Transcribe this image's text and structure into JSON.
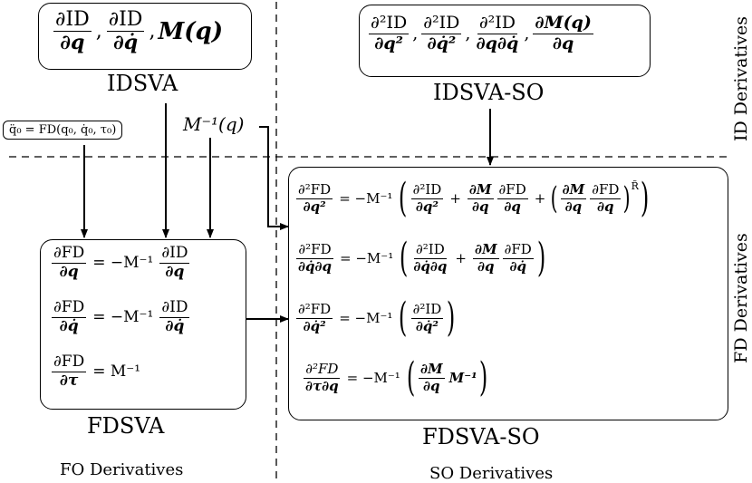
{
  "boxes": {
    "idsva": {
      "label": "IDSVA",
      "t1_num": "∂ID",
      "t1_den": "∂q",
      "t2_num": "∂ID",
      "t2_den": "∂q̇",
      "t3": "M(q)"
    },
    "idsva_so": {
      "label": "IDSVA-SO",
      "t1_num": "∂²ID",
      "t1_den": "∂q²",
      "t2_num": "∂²ID",
      "t2_den": "∂q̇²",
      "t3_num": "∂²ID",
      "t3_den": "∂q∂q̇",
      "t4_num": "∂M(q)",
      "t4_den": "∂q"
    },
    "fdsva": {
      "label": "FDSVA",
      "eq1": {
        "lhs_num": "∂FD",
        "lhs_den": "∂q",
        "rhs_pre": "= −M⁻¹",
        "rhs_num": "∂ID",
        "rhs_den": "∂q"
      },
      "eq2": {
        "lhs_num": "∂FD",
        "lhs_den": "∂q̇",
        "rhs_pre": "= −M⁻¹",
        "rhs_num": "∂ID",
        "rhs_den": "∂q̇"
      },
      "eq3": {
        "lhs_num": "∂FD",
        "lhs_den": "∂τ",
        "rhs_pre": "= M⁻¹"
      }
    },
    "fdsva_so": {
      "label": "FDSVA-SO",
      "eq1": {
        "lhs_num": "∂²FD",
        "lhs_den": "∂q²",
        "rhs_pre": "= −M⁻¹",
        "a_num": "∂²ID",
        "a_den": "∂q²",
        "b_num": "∂M",
        "b_den": "∂q",
        "c_num": "∂FD",
        "c_den": "∂q",
        "d_num": "∂M",
        "d_den": "∂q",
        "e_num": "∂FD",
        "e_den": "∂q",
        "sup": "R̃"
      },
      "eq2": {
        "lhs_num": "∂²FD",
        "lhs_den": "∂q̇∂q",
        "rhs_pre": "= −M⁻¹",
        "a_num": "∂²ID",
        "a_den": "∂q̇∂q",
        "b_num": "∂M",
        "b_den": "∂q",
        "c_num": "∂FD",
        "c_den": "∂q̇"
      },
      "eq3": {
        "lhs_num": "∂²FD",
        "lhs_den": "∂q̇²",
        "rhs_pre": "= −M⁻¹",
        "a_num": "∂²ID",
        "a_den": "∂q̇²"
      },
      "eq4": {
        "lhs_num": "∂²FD",
        "lhs_den": "∂τ∂q",
        "rhs_pre": "= −M⁻¹",
        "a_num": "∂M",
        "a_den": "∂q",
        "post": "M⁻¹"
      }
    }
  },
  "inputs": {
    "fd_input": "q̈₀ = FD(q₀, q̇₀, τ₀)",
    "minv_input": "M⁻¹(q)"
  },
  "sections": {
    "fo": "FO Derivatives",
    "so": "SO Derivatives",
    "id": "ID Derivatives",
    "fd": "FD Derivatives"
  }
}
